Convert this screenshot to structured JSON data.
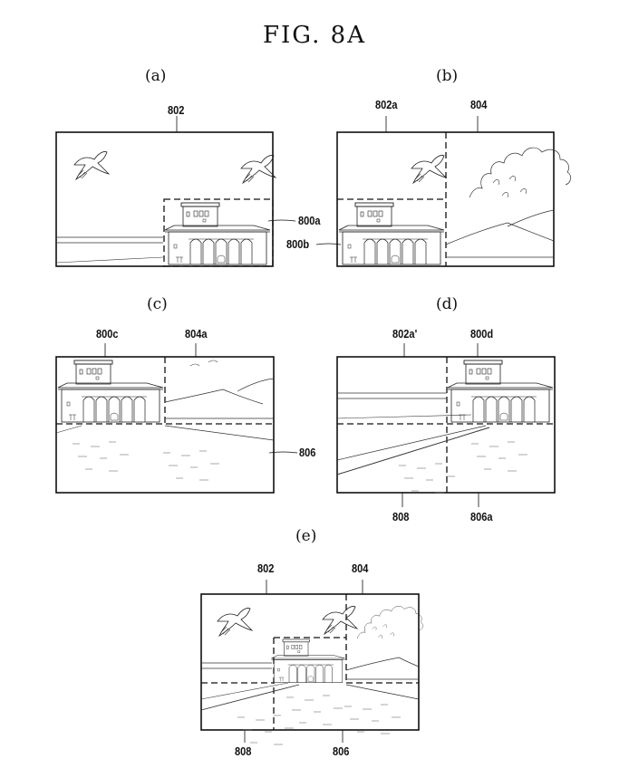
{
  "figure": {
    "title": "FIG. 8A"
  },
  "panels": {
    "a": {
      "label": "(a)",
      "refs": {
        "r1": "802",
        "r2": "800a",
        "r3": "800b"
      }
    },
    "b": {
      "label": "(b)",
      "refs": {
        "r1": "802a",
        "r2": "804"
      }
    },
    "c": {
      "label": "(c)",
      "refs": {
        "r1": "800c",
        "r2": "804a",
        "r3": "806"
      }
    },
    "d": {
      "label": "(d)",
      "refs": {
        "r1": "802a'",
        "r2": "800d",
        "r3": "808",
        "r4": "806a"
      }
    },
    "e": {
      "label": "(e)",
      "refs": {
        "r1": "802",
        "r2": "804",
        "r3": "808",
        "r4": "806"
      }
    }
  }
}
